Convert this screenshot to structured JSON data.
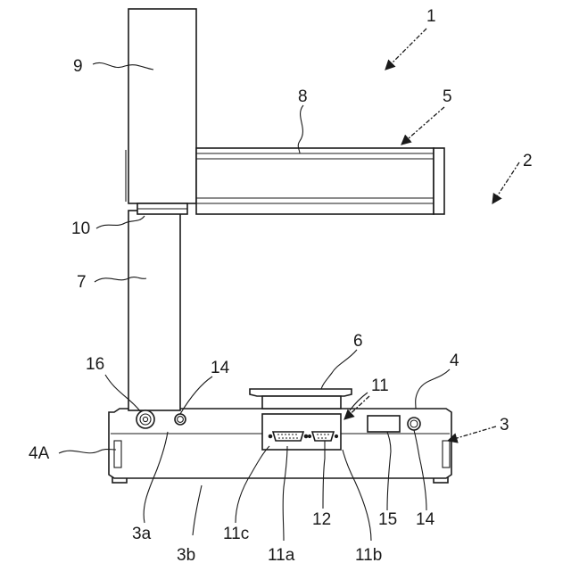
{
  "colors": {
    "line": "#1a1a1a",
    "background": "#ffffff"
  },
  "labels": {
    "r1": "1",
    "r2": "2",
    "r3": "3",
    "r3a": "3a",
    "r3b": "3b",
    "r4": "4",
    "r4a": "4A",
    "r5": "5",
    "r6": "6",
    "r7": "7",
    "r8": "8",
    "r9": "9",
    "r10": "10",
    "r11": "11",
    "r11a": "11a",
    "r11b": "11b",
    "r11c": "11c",
    "r12": "12",
    "r14_left": "14",
    "r14_right": "14",
    "r15": "15",
    "r16": "16"
  }
}
